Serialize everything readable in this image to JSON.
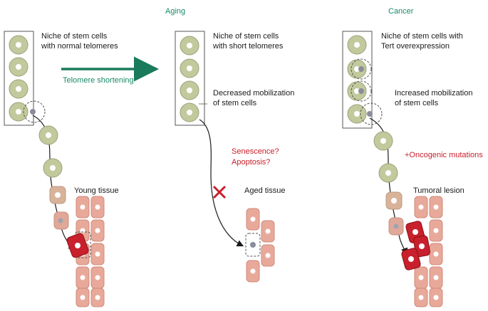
{
  "panels": {
    "aging": {
      "header": "Aging"
    },
    "cancer": {
      "header": "Cancer"
    }
  },
  "labels": {
    "niche_normal_1": "Niche of stem cells",
    "niche_normal_2": "with normal telomeres",
    "telomere_shortening": "Telomere shortening",
    "young_tissue": "Young tissue",
    "niche_short_1": "Niche of stem cells",
    "niche_short_2": "with short telomeres",
    "decreased_mob_1": "Decreased mobilization",
    "decreased_mob_2": "of stem cells",
    "senescence": "Senescence?",
    "apoptosis": "Apoptosis?",
    "aged_tissue": "Aged tissue",
    "niche_tert_1": "Niche of stem cells with",
    "niche_tert_2": "Tert overexpression",
    "increased_mob_1": "Increased mobilization",
    "increased_mob_2": "of stem cells",
    "oncogenic": "+Oncogenic mutations",
    "tumoral_lesion": "Tumoral lesion"
  },
  "colors": {
    "stem_cell": "#c2c99c",
    "stem_cell_stroke": "#9aa27a",
    "tissue_cell": "#e8a99a",
    "tissue_cell_stroke": "#d08a7a",
    "tumor_cell": "#c8202c",
    "nucleus": "#ffffff",
    "telomere_dot": "#8a8d99",
    "arrow_green": "#1a7a5c",
    "red_text": "#c8202c"
  }
}
